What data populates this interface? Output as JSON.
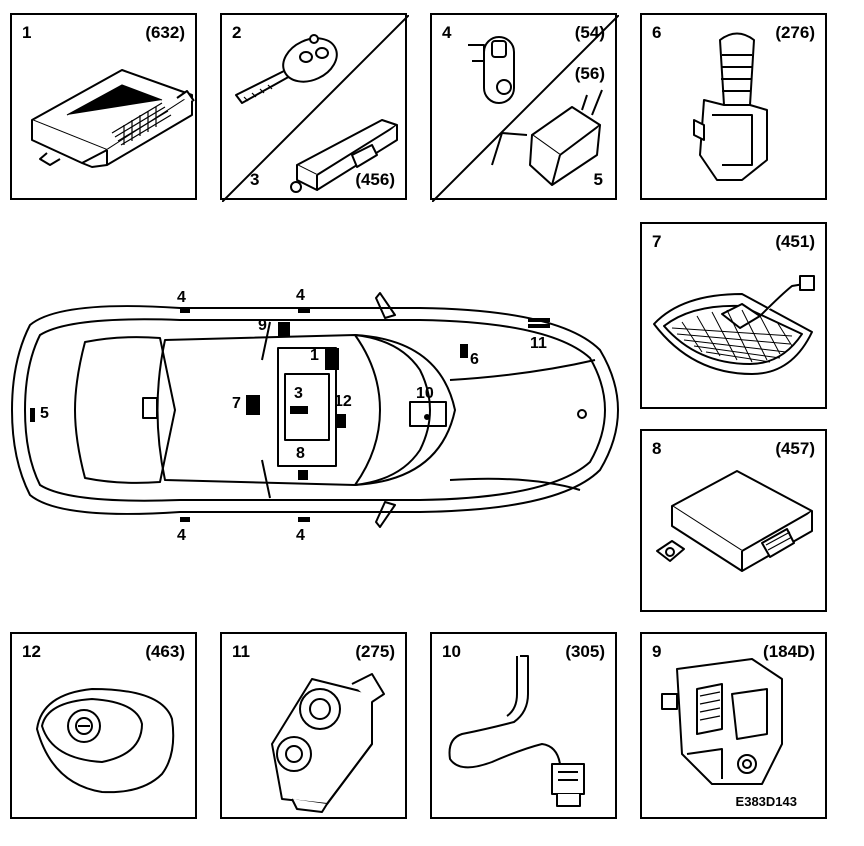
{
  "panels": [
    {
      "num": "1",
      "code": "(632)"
    },
    {
      "num": "2",
      "num_b": "3",
      "code": "(456)"
    },
    {
      "num": "4",
      "code": "(54)",
      "code_b": "(56)",
      "num_b": "5"
    },
    {
      "num": "6",
      "code": "(276)"
    },
    {
      "num": "7",
      "code": "(451)"
    },
    {
      "num": "8",
      "code": "(457)"
    },
    {
      "num": "12",
      "code": "(463)"
    },
    {
      "num": "11",
      "code": "(275)"
    },
    {
      "num": "10",
      "code": "(305)"
    },
    {
      "num": "9",
      "code": "(184D)"
    }
  ],
  "car_labels": {
    "front_left_4": "4",
    "front_right_4": "4",
    "rear_left_4": "4",
    "rear_right_4": "4",
    "l1": "1",
    "l3": "3",
    "l5": "5",
    "l6": "6",
    "l7": "7",
    "l8": "8",
    "l9": "9",
    "l10": "10",
    "l11": "11",
    "l12": "12"
  },
  "reference": "E383D143"
}
